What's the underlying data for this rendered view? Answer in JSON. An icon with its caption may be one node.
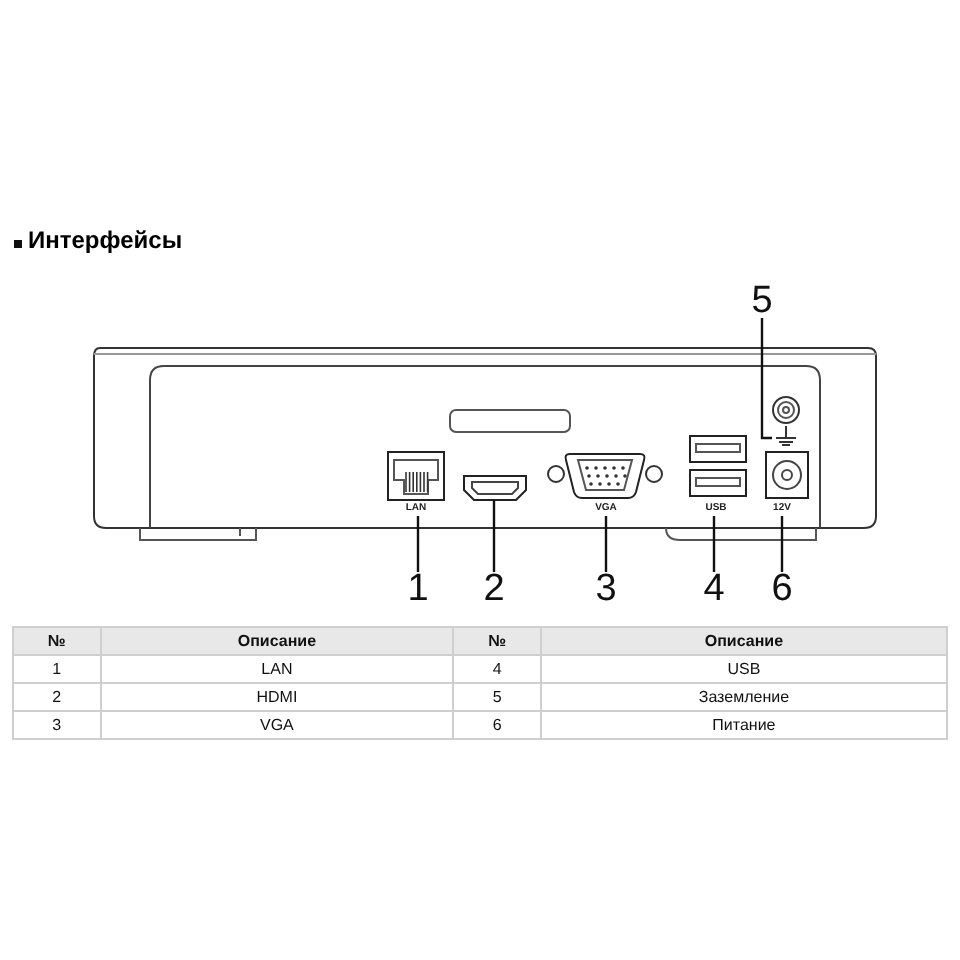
{
  "diagram": {
    "title": "Интерфейсы",
    "nodes": [
      {
        "text": [
          "1"
        ]
      },
      {
        "text": [
          "2"
        ]
      },
      {
        "text": [
          "3"
        ]
      },
      {
        "text": [
          "4"
        ]
      },
      {
        "text": [
          "5"
        ]
      },
      {
        "text": [
          "6"
        ]
      },
      {
        "text": [],
        "shape": "box"
      },
      {
        "text": [],
        "shape": "box"
      },
      {
        "text": [],
        "shape": "box"
      },
      {
        "text": [],
        "shape": "box"
      },
      {
        "text": [],
        "shape": "circle"
      },
      {
        "text": [],
        "shape": "box"
      }
    ],
    "edges": [
      {
        "from": 0,
        "to": 6,
        "arrow": "none"
      },
      {
        "from": 1,
        "to": 7,
        "arrow": "none"
      },
      {
        "from": 2,
        "to": 8,
        "arrow": "none"
      },
      {
        "from": 3,
        "to": 9,
        "arrow": "none"
      },
      {
        "from": 4,
        "to": 10,
        "arrow": "none"
      },
      {
        "from": 5,
        "to": 11,
        "arrow": "none"
      }
    ],
    "labels": [
      "LAN",
      "VGA",
      "USB",
      "12V",
      "№",
      "Описание",
      "№",
      "Описание",
      "1",
      "LAN",
      "4",
      "USB",
      "2",
      "HDMI",
      "5",
      "Заземление",
      "3",
      "VGA",
      "6",
      "Питание"
    ]
  }
}
